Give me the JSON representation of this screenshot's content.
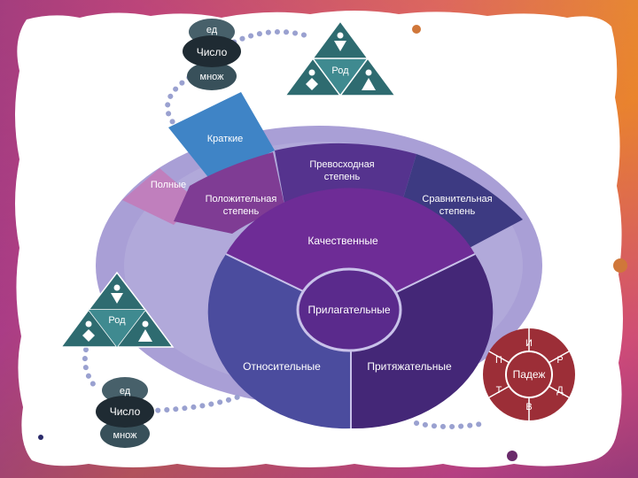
{
  "diagram": {
    "center": "Прилагательные",
    "quality": "Качественные",
    "relative": "Относительные",
    "possessive": "Притяжательные",
    "degrees": {
      "positive": [
        "Положительная",
        "степень"
      ],
      "superlative": [
        "Превосходная",
        "степень"
      ],
      "comparative": [
        "Сравнительная",
        "степень"
      ]
    },
    "forms": {
      "short": "Краткие",
      "full": "Полные"
    },
    "number_top": {
      "sg": "ед",
      "label": "Число",
      "pl": "множ"
    },
    "number_bottom": {
      "sg": "ед",
      "label": "Число",
      "pl": "множ"
    },
    "gender_top": "Род",
    "gender_left": "Род",
    "case": {
      "label": "Падеж",
      "letters": {
        "top": "И",
        "top_right": "Р",
        "bottom_right": "Д",
        "bottom": "В",
        "bottom_left": "Т",
        "top_left": "П"
      }
    }
  },
  "colors": {
    "center": "#5a2a8c",
    "quality": "#6e2c96",
    "relative": "#4b4c9e",
    "possessive": "#442777",
    "positive": "#7f3c94",
    "superlative": "#55338e",
    "comparative": "#3d3a82",
    "short": "#3f84c6",
    "full": "#c07fbd",
    "outer_ring": "#a99fd6",
    "teal": "#2e6b70",
    "case_red": "#9c2e37"
  }
}
